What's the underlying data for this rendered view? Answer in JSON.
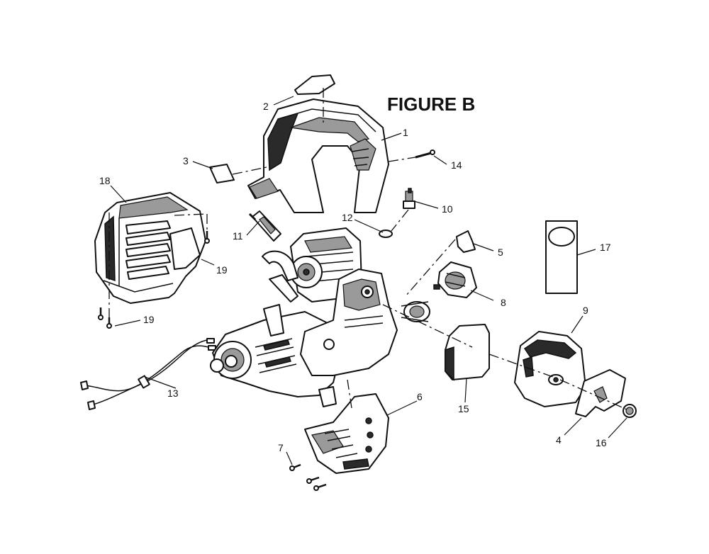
{
  "figure": {
    "title": "FIGURE B"
  },
  "callouts": {
    "p1": "1",
    "p2": "2",
    "p3": "3",
    "p4": "4",
    "p5": "5",
    "p6": "6",
    "p7": "7",
    "p8": "8",
    "p9": "9",
    "p10": "10",
    "p11": "11",
    "p12": "12",
    "p13": "13",
    "p14": "14",
    "p15": "15",
    "p16": "16",
    "p17": "17",
    "p18": "18",
    "p19a": "19",
    "p19b": "19"
  }
}
